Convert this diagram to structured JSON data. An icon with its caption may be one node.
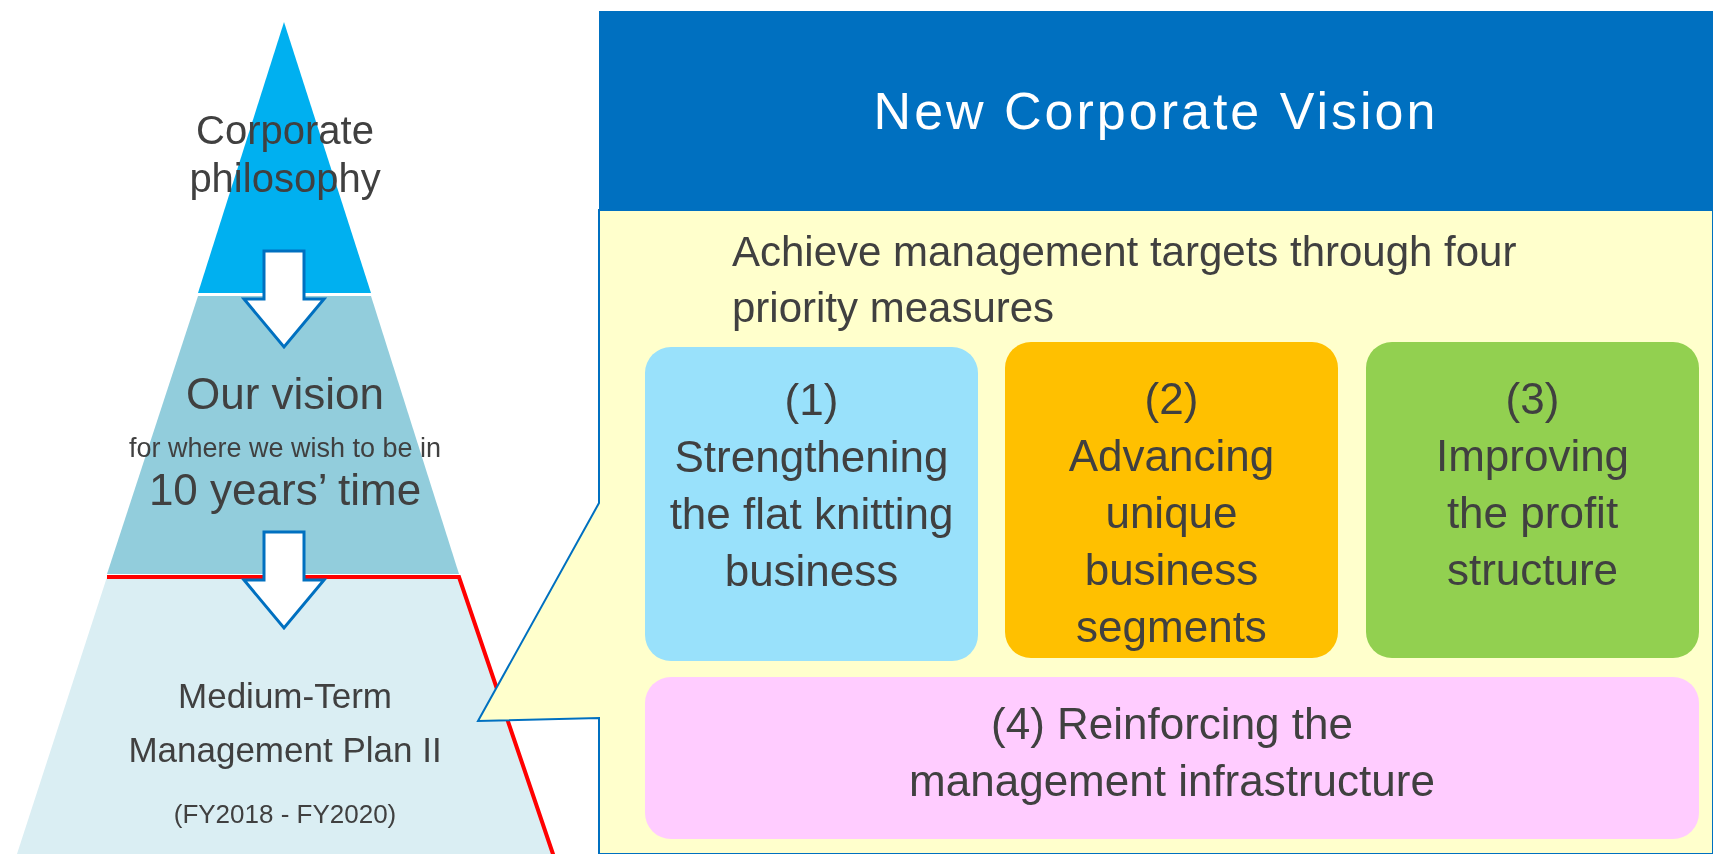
{
  "diagram": {
    "nodes": [
      {
        "text": [
          "Corporate philosophy"
        ]
      },
      {
        "text": [
          "Our vision",
          "for where we wish to be in",
          "10 years’ time"
        ]
      },
      {
        "text": [
          "Medium-Term Management Plan II",
          "(FY2018 - FY2020)"
        ]
      },
      {
        "text": [
          "New Corporate Vision",
          "Achieve management targets through four priority measures"
        ]
      },
      {
        "text": [
          "(1)",
          "Strengthening the flat knitting business"
        ],
        "in": 3
      },
      {
        "text": [
          "(2)",
          "Advancing unique business segments"
        ],
        "in": 3
      },
      {
        "text": [
          "(3)",
          "Improving the profit structure"
        ],
        "in": 3
      },
      {
        "text": [
          "(4) Reinforcing the management infrastructure"
        ],
        "in": 3
      }
    ],
    "edges": [
      {
        "from": 0,
        "to": 1,
        "arrow": "to"
      },
      {
        "from": 1,
        "to": 2,
        "arrow": "to"
      }
    ]
  }
}
